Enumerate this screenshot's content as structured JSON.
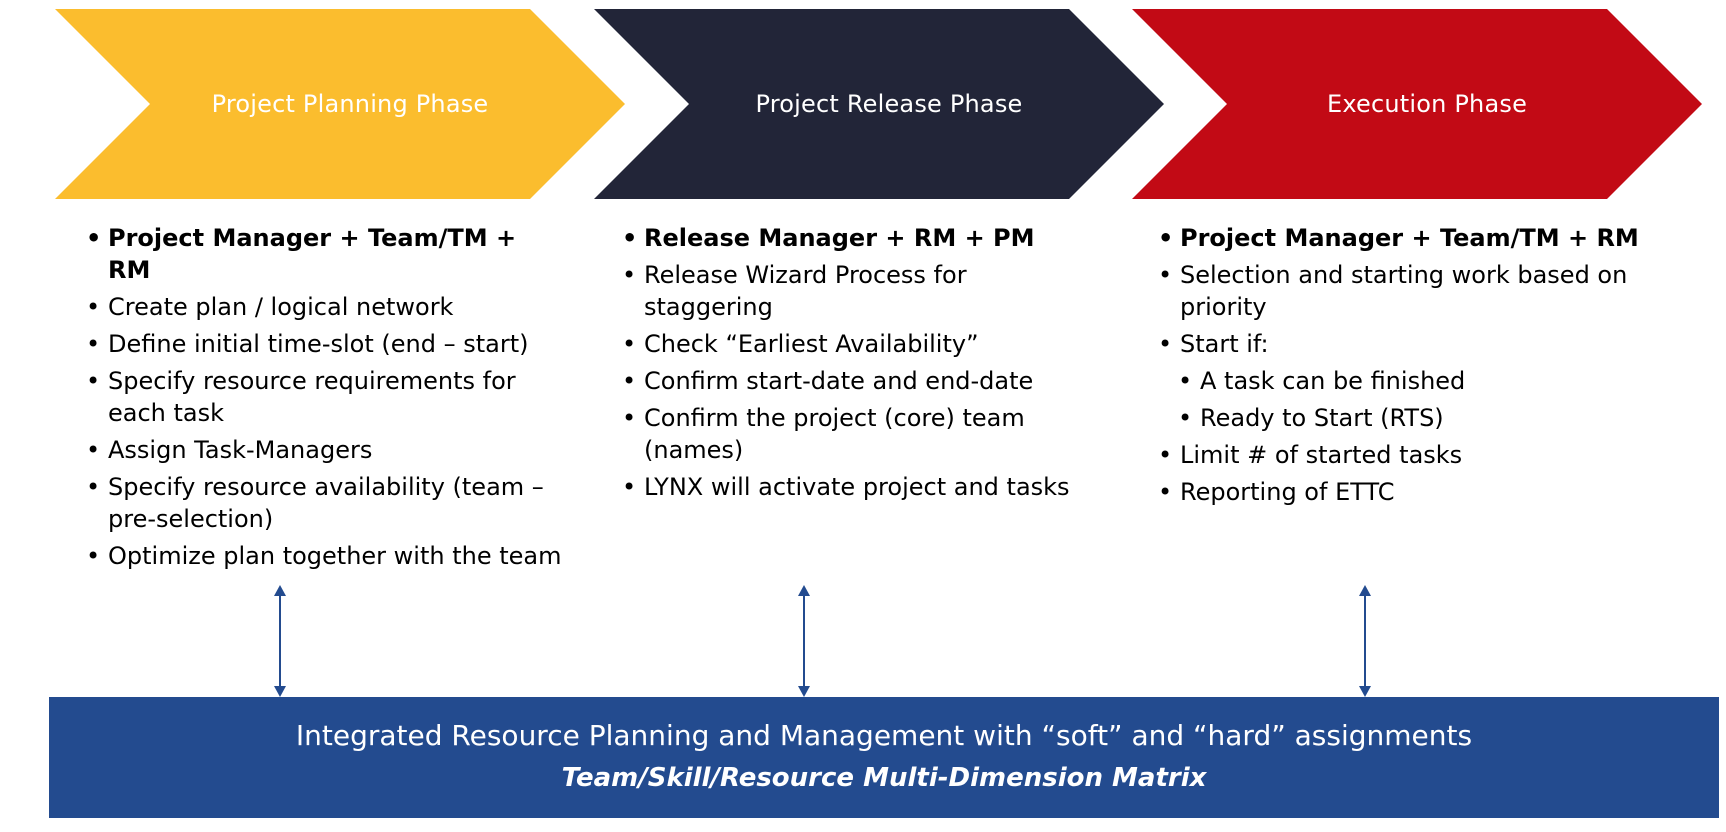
{
  "colors": {
    "planning": "#fbbd2e",
    "release": "#222538",
    "execution": "#c20a15",
    "banner": "#234b8f",
    "arrow": "#234b8f"
  },
  "phases": [
    {
      "title": "Project Planning Phase",
      "items": [
        "Project Manager + Team/TM + RM",
        "Create plan / logical network",
        "Define initial time-slot (end – start)",
        "Specify resource requirements for each task",
        "Assign Task-Managers",
        "Specify resource availability (team – pre-selection)",
        "Optimize plan together with the team"
      ]
    },
    {
      "title": "Project Release Phase",
      "items": [
        "Release Manager + RM + PM",
        "Release Wizard Process for staggering",
        "Check “Earliest Availability”",
        "Confirm start-date and end-date",
        "Confirm the project (core) team (names)",
        "LYNX will activate project and tasks"
      ]
    },
    {
      "title": "Execution Phase",
      "items": [
        "Project Manager  + Team/TM + RM",
        "Selection and starting work based on priority",
        "Start if:",
        "A task can be finished",
        "Ready to Start (RTS)",
        "Limit # of started tasks",
        "Reporting of ETTC"
      ]
    }
  ],
  "banner": {
    "line1": "Integrated Resource Planning and Management with “soft” and “hard” assignments",
    "line2": "Team/Skill/Resource Multi-Dimension Matrix"
  }
}
